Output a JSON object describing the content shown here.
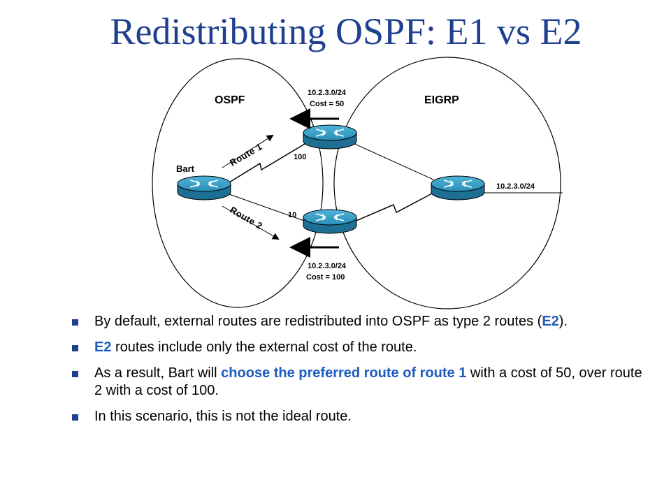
{
  "title": "Redistributing OSPF: E1 vs E2",
  "diagram": {
    "ospf_label": "OSPF",
    "eigrp_label": "EIGRP",
    "bart_label": "Bart",
    "route1_label": "Route 1",
    "route2_label": "Route 2",
    "cost_100_label": "100",
    "cost_10_label": "10",
    "top_prefix": "10.2.3.0/24",
    "top_cost": "Cost = 50",
    "bottom_prefix": "10.2.3.0/24",
    "bottom_cost": "Cost = 100",
    "right_prefix": "10.2.3.0/24"
  },
  "colors": {
    "title": "#1f3f8f",
    "router_fill": "#2a8fb8",
    "bullet": "#1f3f8f",
    "highlight": "#1e5bbf"
  },
  "bullets": [
    {
      "pre": "By default, external routes are redistributed into OSPF as type 2 routes (",
      "hl": "E2",
      "post": ")."
    },
    {
      "pre": "",
      "hl": "E2",
      "post": " routes include only the external cost of the route."
    },
    {
      "pre": "As a result, Bart will ",
      "hl": "choose the preferred route of route 1",
      "post": " with a cost of 50, over route 2 with a cost of 100."
    },
    {
      "pre": "In this scenario, this is not the ideal route.",
      "hl": "",
      "post": ""
    }
  ]
}
